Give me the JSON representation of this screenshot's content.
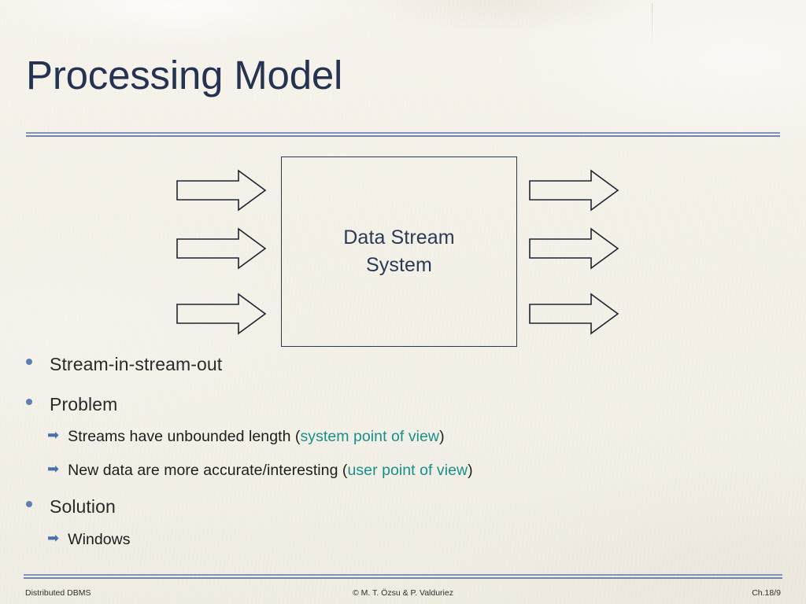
{
  "slide": {
    "title": "Processing Model",
    "background_color": "#f5f2ea",
    "title_color": "#253251",
    "rule_color": "#7e93bd"
  },
  "diagram": {
    "box_label_line1": "Data Stream",
    "box_label_line2": "System",
    "box_border_color": "#2b3a55",
    "input_arrows": [
      {
        "name": "input-stream-1"
      },
      {
        "name": "input-stream-2"
      },
      {
        "name": "input-stream-3"
      }
    ],
    "output_arrows": [
      {
        "name": "output-stream-1"
      },
      {
        "name": "output-stream-2"
      },
      {
        "name": "output-stream-3"
      }
    ]
  },
  "bullets": {
    "stream_in_out": "Stream-in-stream-out",
    "problem": "Problem",
    "solution": "Solution",
    "sub_arrow_glyph": "➡",
    "bullet_color": "#5e7fb5",
    "highlight_color": "#17908c",
    "problem_items": [
      {
        "prefix": "Streams have unbounded length (",
        "highlight": "system point of view",
        "suffix": ")"
      },
      {
        "prefix": "New data are more accurate/interesting (",
        "highlight": "user point of view",
        "suffix": ")"
      }
    ],
    "solution_items": [
      {
        "text": "Windows"
      }
    ]
  },
  "footer": {
    "left": "Distributed DBMS",
    "center": "© M. T. Özsu & P. Valduriez",
    "right": "Ch.18/9"
  }
}
